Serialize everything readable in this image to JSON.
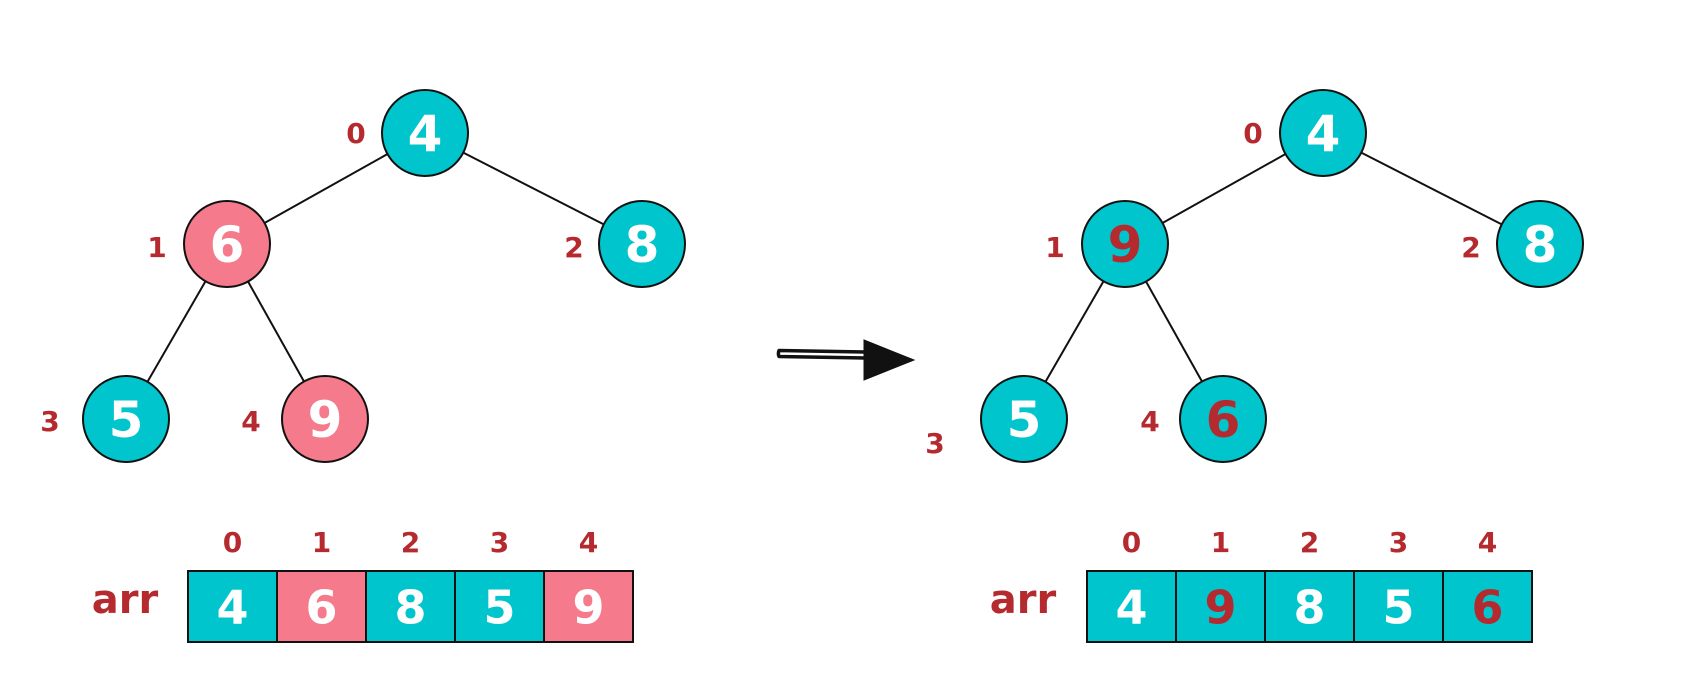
{
  "colors": {
    "teal": "#00c5cc",
    "pink": "#f57a8b",
    "index_red": "#b52a2e",
    "white": "#ffffff",
    "stroke": "#111111"
  },
  "arrow_icon": "double-line-right-arrow-icon",
  "before": {
    "nodes": [
      {
        "index": "0",
        "value": "4",
        "fill": "teal",
        "text": "white"
      },
      {
        "index": "1",
        "value": "6",
        "fill": "pink",
        "text": "white"
      },
      {
        "index": "2",
        "value": "8",
        "fill": "teal",
        "text": "white"
      },
      {
        "index": "3",
        "value": "5",
        "fill": "teal",
        "text": "white"
      },
      {
        "index": "4",
        "value": "9",
        "fill": "pink",
        "text": "white"
      }
    ],
    "array": {
      "label": "arr",
      "indices": [
        "0",
        "1",
        "2",
        "3",
        "4"
      ],
      "cells": [
        {
          "value": "4",
          "fill": "teal",
          "text": "white"
        },
        {
          "value": "6",
          "fill": "pink",
          "text": "white"
        },
        {
          "value": "8",
          "fill": "teal",
          "text": "white"
        },
        {
          "value": "5",
          "fill": "teal",
          "text": "white"
        },
        {
          "value": "9",
          "fill": "pink",
          "text": "white"
        }
      ]
    }
  },
  "after": {
    "nodes": [
      {
        "index": "0",
        "value": "4",
        "fill": "teal",
        "text": "white"
      },
      {
        "index": "1",
        "value": "9",
        "fill": "teal",
        "text": "index_red"
      },
      {
        "index": "2",
        "value": "8",
        "fill": "teal",
        "text": "white"
      },
      {
        "index": "3",
        "value": "5",
        "fill": "teal",
        "text": "white"
      },
      {
        "index": "4",
        "value": "6",
        "fill": "teal",
        "text": "index_red"
      }
    ],
    "array": {
      "label": "arr",
      "indices": [
        "0",
        "1",
        "2",
        "3",
        "4"
      ],
      "cells": [
        {
          "value": "4",
          "fill": "teal",
          "text": "white"
        },
        {
          "value": "9",
          "fill": "teal",
          "text": "index_red"
        },
        {
          "value": "8",
          "fill": "teal",
          "text": "white"
        },
        {
          "value": "5",
          "fill": "teal",
          "text": "white"
        },
        {
          "value": "6",
          "fill": "teal",
          "text": "index_red"
        }
      ]
    }
  }
}
